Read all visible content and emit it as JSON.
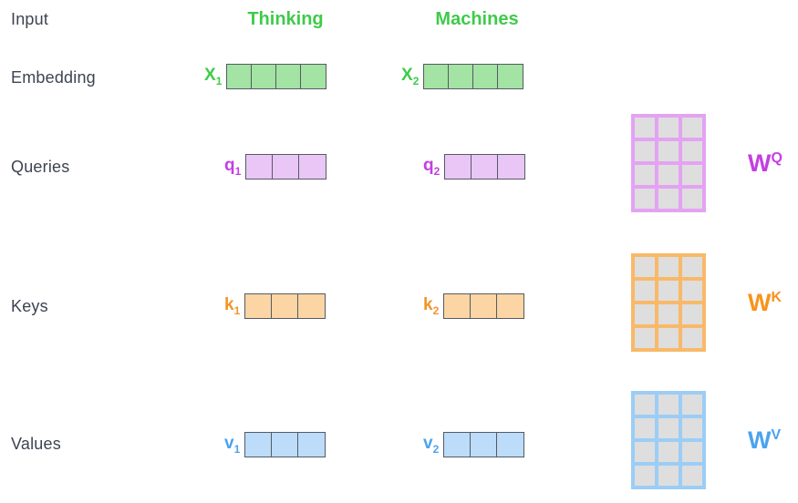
{
  "diagram": {
    "title_row_label": "Input",
    "row_labels": [
      {
        "id": "input",
        "text": "Input"
      },
      {
        "id": "embedding",
        "text": "Embedding"
      },
      {
        "id": "queries",
        "text": "Queries"
      },
      {
        "id": "keys",
        "text": "Keys"
      },
      {
        "id": "values",
        "text": "Values"
      }
    ],
    "columns": [
      {
        "id": "col-1",
        "token": "Thinking"
      },
      {
        "id": "col-2",
        "token": "Machines"
      }
    ],
    "vectors": {
      "embedding": [
        {
          "id": "x1",
          "symbol": "X",
          "subscript": "1",
          "cells": 4
        },
        {
          "id": "x2",
          "symbol": "X",
          "subscript": "2",
          "cells": 4
        }
      ],
      "queries": [
        {
          "id": "q1",
          "symbol": "q",
          "subscript": "1",
          "cells": 3
        },
        {
          "id": "q2",
          "symbol": "q",
          "subscript": "2",
          "cells": 3
        }
      ],
      "keys": [
        {
          "id": "k1",
          "symbol": "k",
          "subscript": "1",
          "cells": 3
        },
        {
          "id": "k2",
          "symbol": "k",
          "subscript": "2",
          "cells": 3
        }
      ],
      "values": [
        {
          "id": "v1",
          "symbol": "v",
          "subscript": "1",
          "cells": 3
        },
        {
          "id": "v2",
          "symbol": "v",
          "subscript": "2",
          "cells": 3
        }
      ]
    },
    "matrices": [
      {
        "id": "wq",
        "symbol": "W",
        "superscript": "Q",
        "rows": 4,
        "cols": 3
      },
      {
        "id": "wk",
        "symbol": "W",
        "superscript": "K",
        "rows": 4,
        "cols": 3
      },
      {
        "id": "wv",
        "symbol": "W",
        "superscript": "V",
        "rows": 4,
        "cols": 3
      }
    ],
    "colors": {
      "token_green": "#3fcb4b",
      "embedding_fill": "#a3e3a3",
      "query_purple": "#c33fe0",
      "query_fill": "#eac6f7",
      "key_orange": "#f2942b",
      "key_fill": "#fbd5a4",
      "value_blue": "#4ba3ef",
      "value_fill": "#bcdcfa",
      "matrix_cell": "#dedede",
      "label_text": "#3d4451",
      "cell_border": "#555b63"
    }
  }
}
